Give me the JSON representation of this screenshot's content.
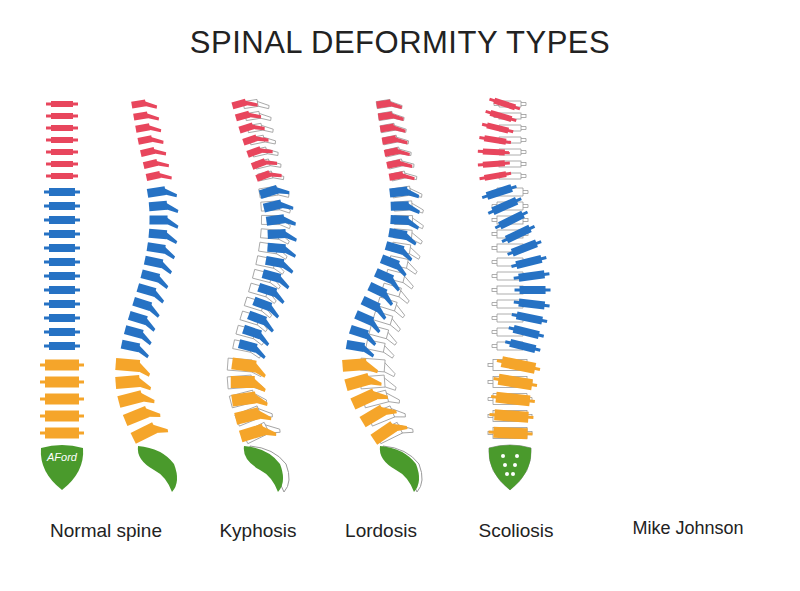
{
  "diagram": {
    "title": "SPINAL DEFORMITY TYPES",
    "labels": [
      "Normal spine",
      "Kyphosis",
      "Lordosis",
      "Scoliosis",
      "Mike Johnson",
      "AFord"
    ]
  }
}
